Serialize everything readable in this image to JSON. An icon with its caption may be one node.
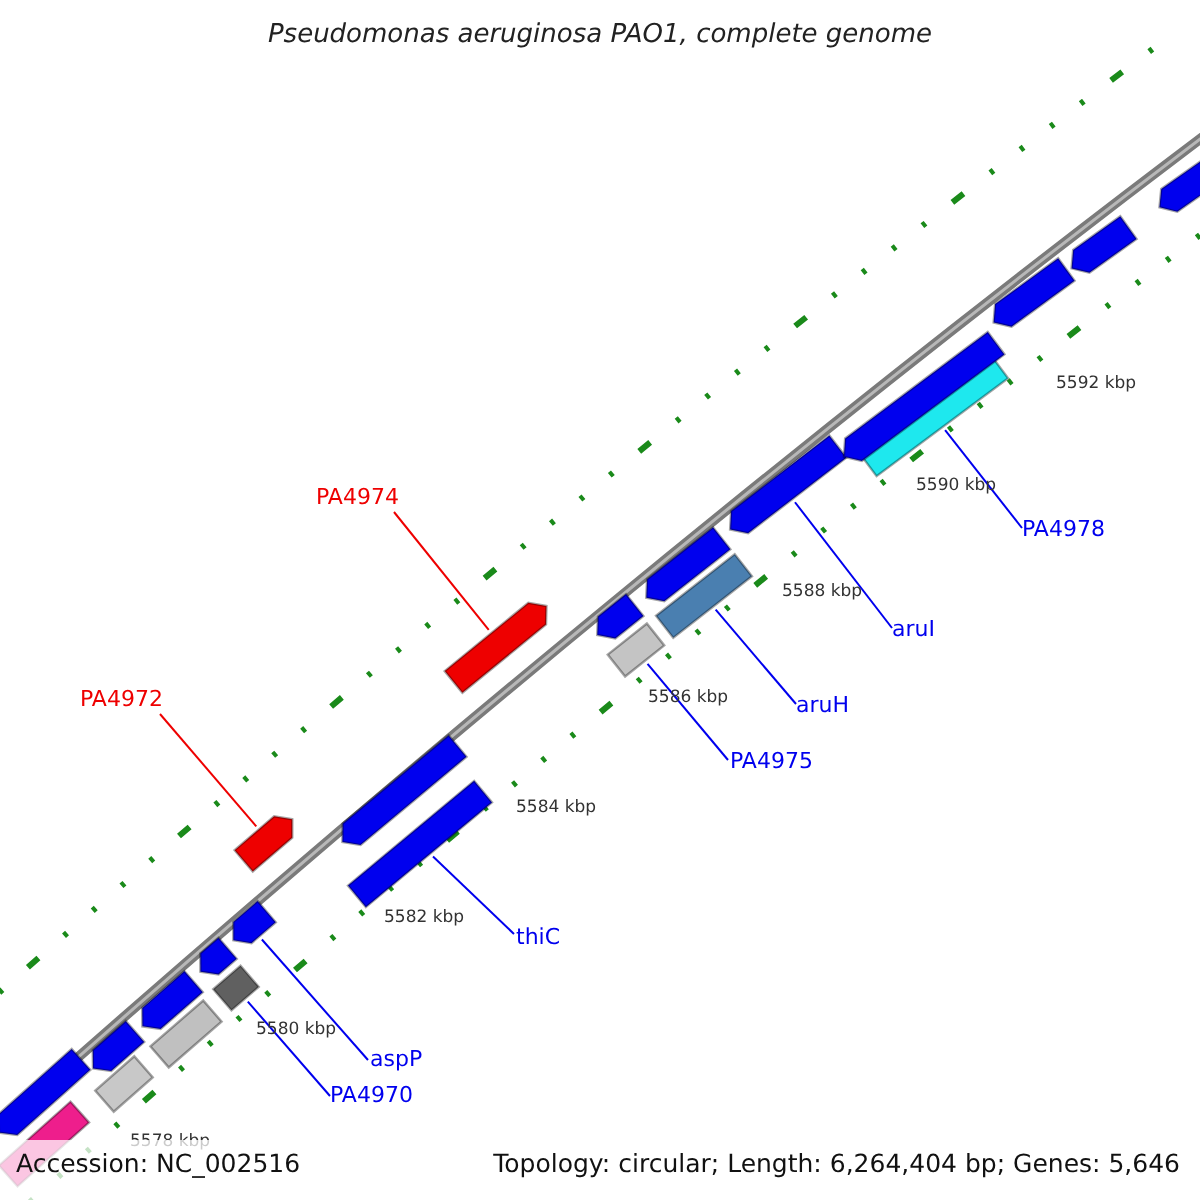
{
  "diagram": {
    "title": "Pseudomonas aeruginosa PAO1, complete genome",
    "nodes": [
      {
        "text": [
          "PA4974"
        ]
      },
      {
        "text": [],
        "shape": "bar"
      },
      {
        "text": [
          "PA4972"
        ]
      },
      {
        "text": [],
        "shape": "bar"
      },
      {
        "text": [
          "PA4978"
        ]
      },
      {
        "text": [],
        "shape": "bar"
      },
      {
        "text": [
          "aruI"
        ]
      },
      {
        "text": [],
        "shape": "bar"
      },
      {
        "text": [
          "aruH"
        ]
      },
      {
        "text": [],
        "shape": "bar"
      },
      {
        "text": [
          "PA4975"
        ]
      },
      {
        "text": [],
        "shape": "bar"
      },
      {
        "text": [
          "thiC"
        ]
      },
      {
        "text": [],
        "shape": "bar"
      },
      {
        "text": [
          "aspP"
        ]
      },
      {
        "text": [],
        "shape": "bar"
      },
      {
        "text": [
          "PA4970"
        ]
      },
      {
        "text": [],
        "shape": "bar"
      },
      {
        "text": [],
        "shape": "bar"
      },
      {
        "text": [],
        "shape": "bar"
      },
      {
        "text": [],
        "shape": "bar"
      },
      {
        "text": [],
        "shape": "bar"
      },
      {
        "text": [],
        "shape": "bar"
      },
      {
        "text": [],
        "shape": "bar"
      },
      {
        "text": [],
        "shape": "bar"
      },
      {
        "text": [],
        "shape": "bar"
      },
      {
        "text": [],
        "shape": "bar"
      },
      {
        "text": [],
        "shape": "bar"
      },
      {
        "text": [],
        "shape": "bar"
      },
      {
        "text": [],
        "shape": "bar"
      },
      {
        "text": [],
        "shape": "bar"
      },
      {
        "text": [],
        "shape": "bar"
      }
    ],
    "edges": [
      {
        "from": 0,
        "to": 1,
        "arrow": "none",
        "color": "#ee0000"
      },
      {
        "from": 2,
        "to": 3,
        "arrow": "none",
        "color": "#ee0000"
      },
      {
        "from": 4,
        "to": 5,
        "arrow": "none"
      },
      {
        "from": 6,
        "to": 7,
        "arrow": "none"
      },
      {
        "from": 8,
        "to": 9,
        "arrow": "none"
      },
      {
        "from": 10,
        "to": 11,
        "arrow": "none"
      },
      {
        "from": 12,
        "to": 13,
        "arrow": "none"
      },
      {
        "from": 14,
        "to": 15,
        "arrow": "none"
      },
      {
        "from": 16,
        "to": 17,
        "arrow": "none"
      }
    ],
    "labels": [
      "5592 kbp",
      "5590 kbp",
      "5588 kbp",
      "5586 kbp",
      "5584 kbp",
      "5582 kbp",
      "5580 kbp",
      "5578 kbp",
      "Accession: NC_002516",
      "Topology: circular; Length: 6,264,404 bp; Genes: 5,646"
    ]
  }
}
